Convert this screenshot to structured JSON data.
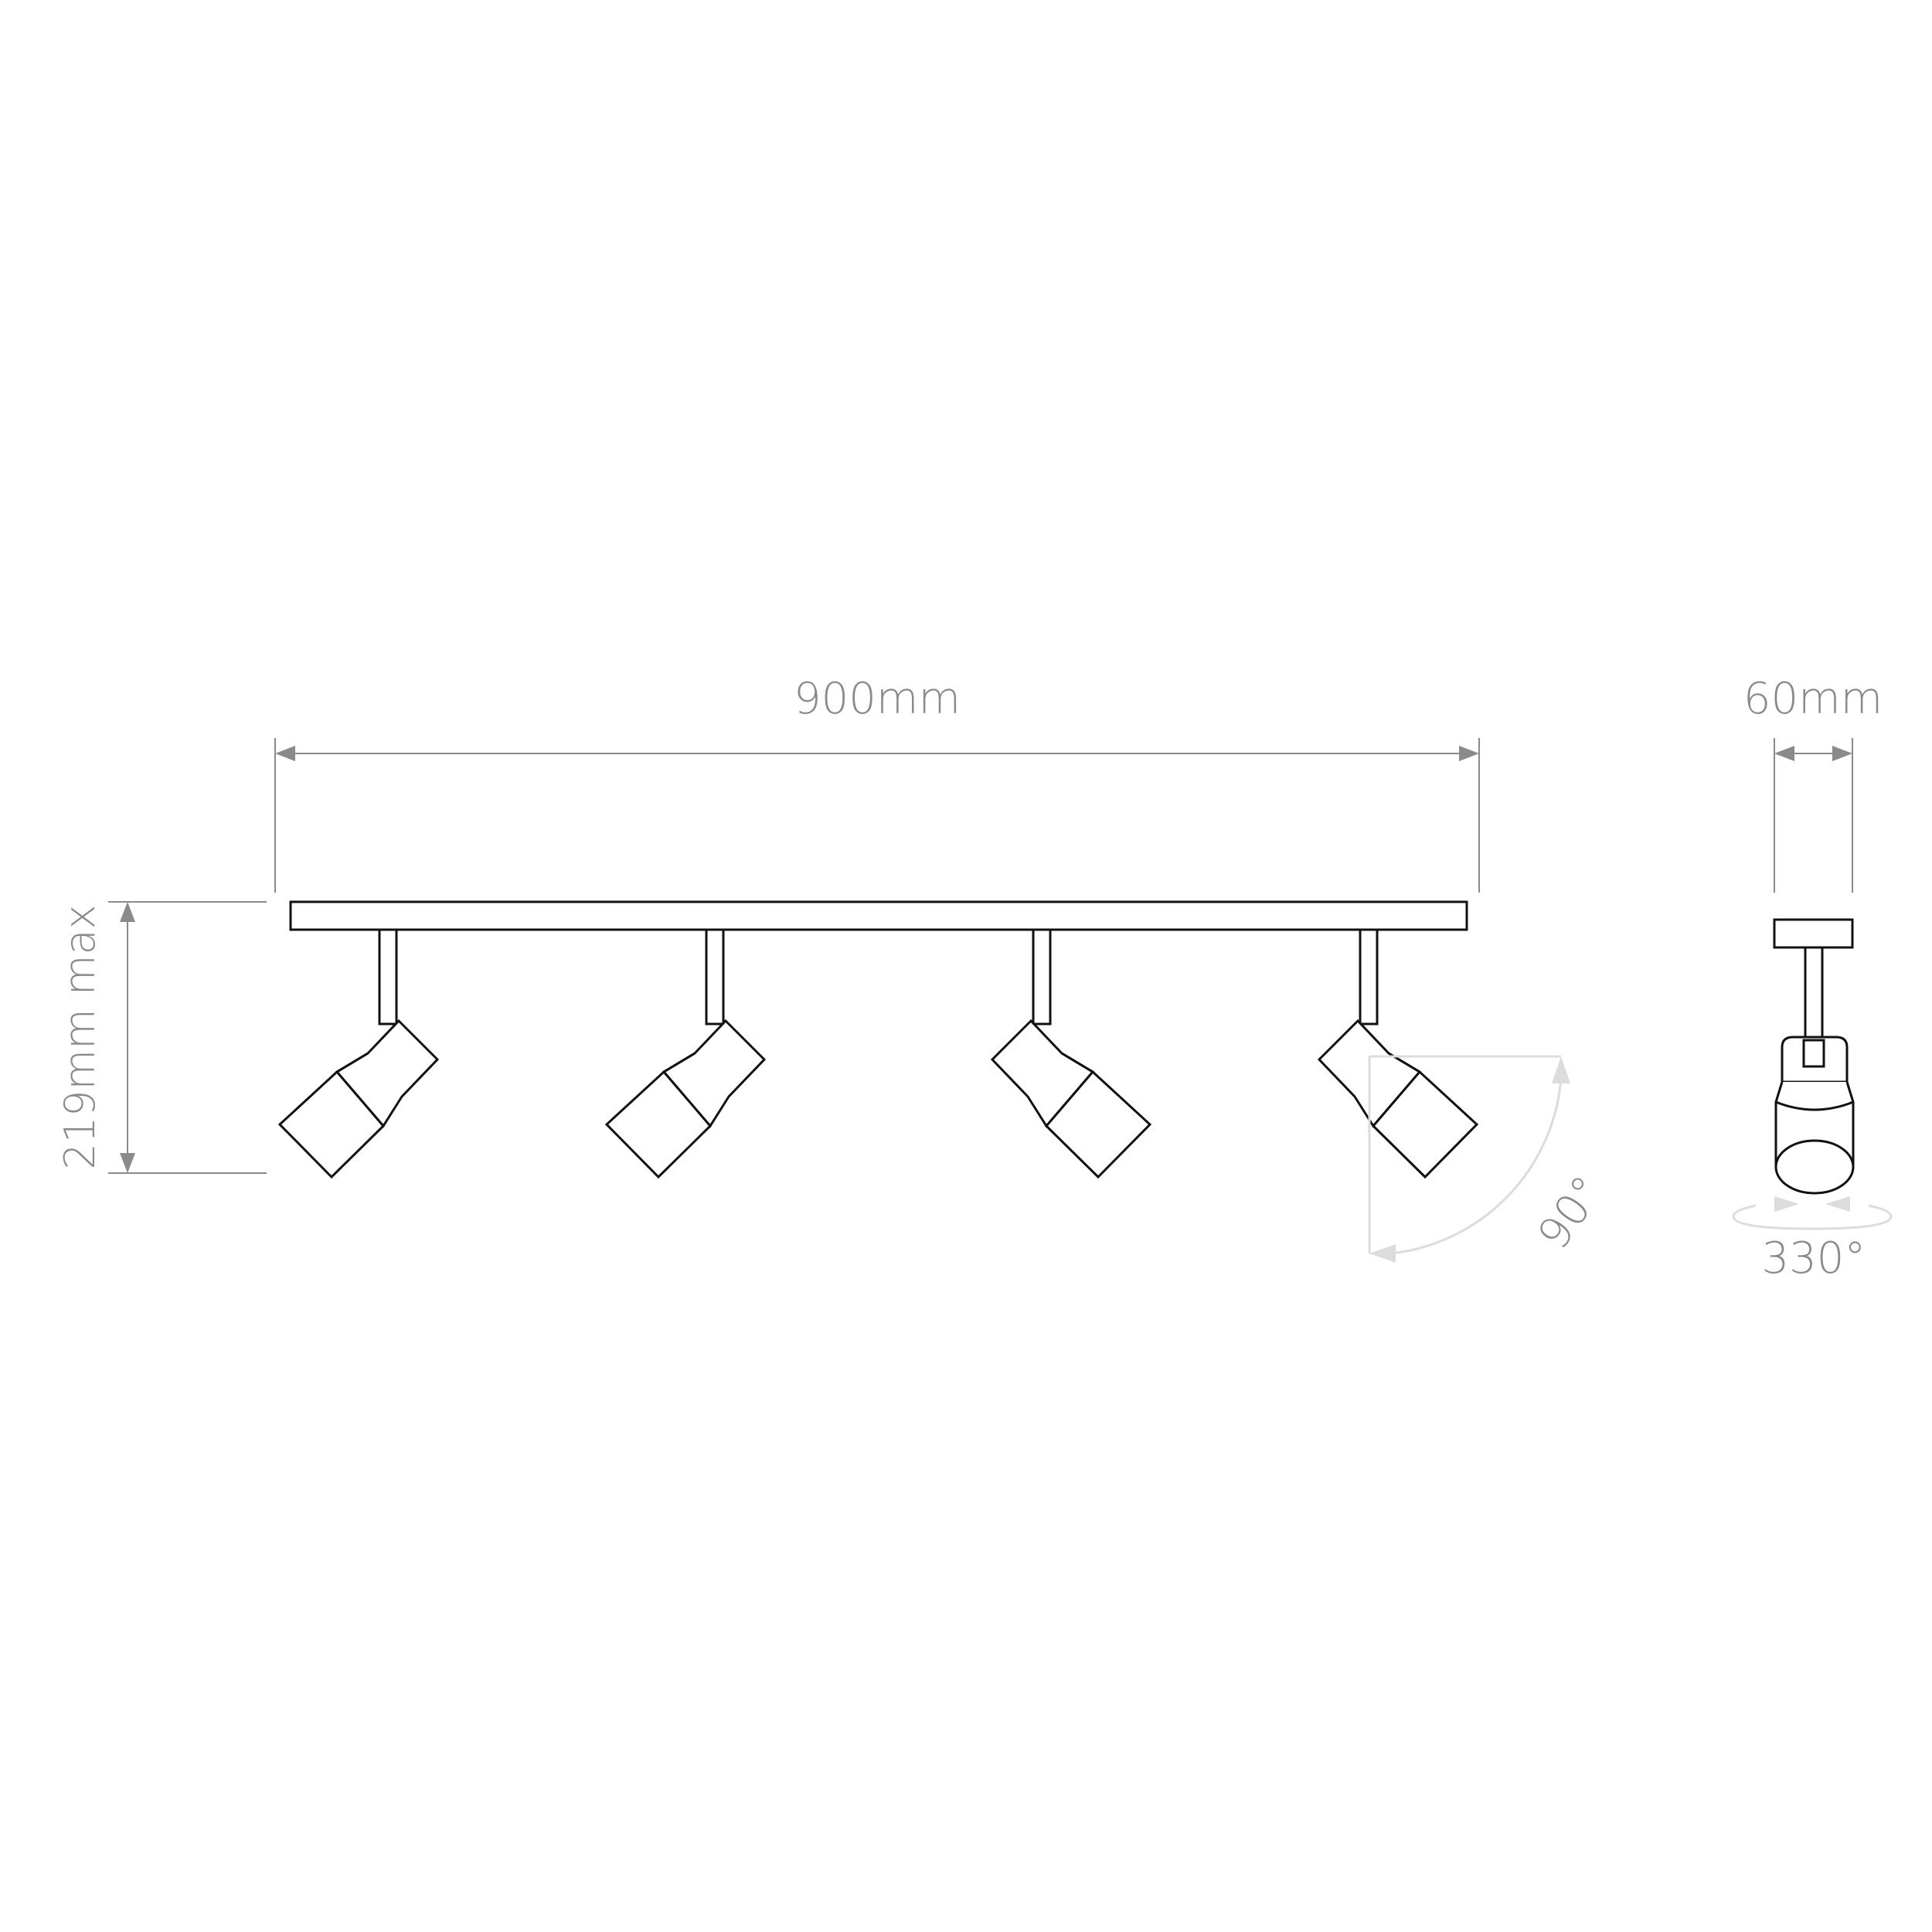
{
  "dimensions": {
    "width_label": "900mm",
    "depth_label": "60mm",
    "height_label": "219mm max",
    "tilt_label": "90°",
    "rotation_label": "330°"
  },
  "colors": {
    "dimension": "#8a8a8a",
    "outline": "#111111",
    "motion_indicator": "#dcdcdc",
    "background": "#ffffff"
  },
  "spotlights": [
    {
      "name": "spot-1",
      "direction": "down-left"
    },
    {
      "name": "spot-2",
      "direction": "down-left"
    },
    {
      "name": "spot-3",
      "direction": "down-right"
    },
    {
      "name": "spot-4",
      "direction": "down-right"
    }
  ]
}
